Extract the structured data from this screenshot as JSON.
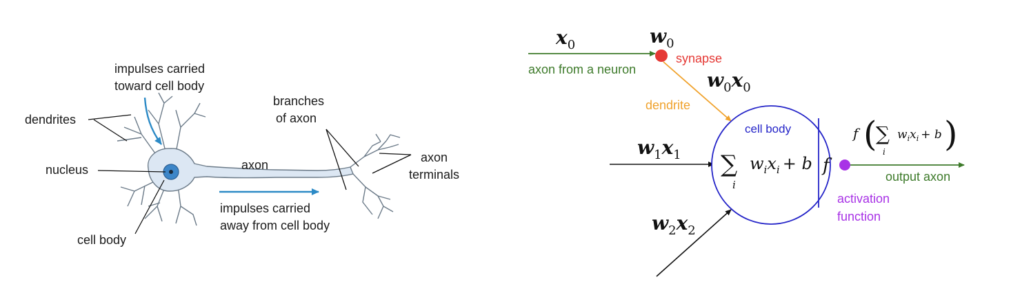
{
  "biological_neuron": {
    "labels": {
      "dendrites": "dendrites",
      "nucleus": "nucleus",
      "cell_body": "cell body",
      "impulses_toward_1": "impulses carried",
      "impulses_toward_2": "toward cell body",
      "axon": "axon",
      "branches_1": "branches",
      "branches_2": "of axon",
      "terminals_1": "axon",
      "terminals_2": "terminals",
      "impulses_away_1": "impulses carried",
      "impulses_away_2": "away from cell body"
    },
    "colors": {
      "membrane": "#dce7f3",
      "outline": "#6b7a88",
      "nucleus": "#3d86c8",
      "arrow": "#2c8ac6"
    }
  },
  "mathematical_model": {
    "x0": "x",
    "x0_sub": "0",
    "w0": "w",
    "w0_sub": "0",
    "w0x0": {
      "w": "w",
      "ws": "0",
      "x": "x",
      "xs": "0"
    },
    "w1x1": {
      "w": "w",
      "ws": "1",
      "x": "x",
      "xs": "1"
    },
    "w2x2": {
      "w": "w",
      "ws": "2",
      "x": "x",
      "xs": "2"
    },
    "synapse": "synapse",
    "axon_from": "axon from a neuron",
    "dendrite": "dendrite",
    "cell_body": "cell body",
    "sum_expr": {
      "sigma": "∑",
      "index": "i",
      "wi": "w",
      "wi_sub": "i",
      "xi": "x",
      "xi_sub": "i",
      "plus_b": "+ b"
    },
    "f": "f",
    "output_expr": {
      "f": "f",
      "lparen": "(",
      "sigma": "∑",
      "index": "i",
      "wi": "w",
      "wi_sub": "i",
      "xi": "x",
      "xi_sub": "i",
      "plus_b": "+ b",
      "rparen": ")"
    },
    "output_axon": "output axon",
    "activation_1": "activation",
    "activation_2": "function",
    "colors": {
      "green": "#3d7a2a",
      "red": "#e53935",
      "orange": "#f0a22c",
      "blue": "#2424c8",
      "purple": "#a832e6",
      "black": "#111111"
    }
  }
}
